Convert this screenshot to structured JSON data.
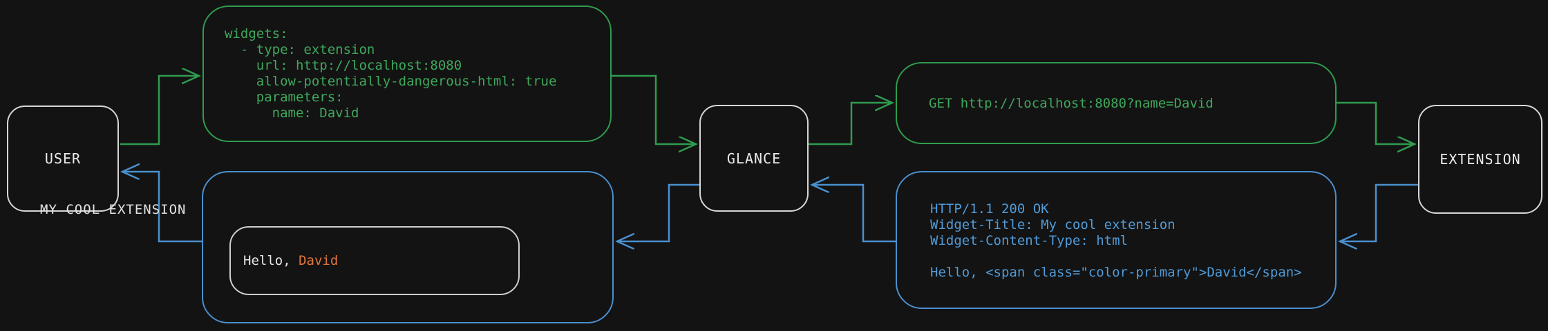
{
  "diagram": {
    "nodes": {
      "user": {
        "label": "USER"
      },
      "glance": {
        "label": "GLANCE"
      },
      "extension": {
        "label": "EXTENSION"
      }
    },
    "config_box": {
      "lines": [
        "widgets:",
        "  - type: extension",
        "    url: http://localhost:8080",
        "    allow-potentially-dangerous-html: true",
        "    parameters:",
        "      name: David"
      ]
    },
    "request_box": {
      "text": "GET http://localhost:8080?name=David"
    },
    "response_box": {
      "lines": [
        "HTTP/1.1 200 OK",
        "Widget-Title: My cool extension",
        "Widget-Content-Type: html",
        "",
        "Hello, <span class=\"color-primary\">David</span>"
      ]
    },
    "widget_box": {
      "title": "MY COOL EXTENSION",
      "greeting_prefix": "Hello, ",
      "greeting_name": "David"
    },
    "colors": {
      "background": "#131313",
      "green_border": "#2f9c4e",
      "green_text": "#3fa85c",
      "blue_border": "#4a90cf",
      "blue_text": "#509bd8",
      "orange_accent": "#e0763c",
      "node_border": "#d7d7d7",
      "label_text": "#eaeaea"
    }
  }
}
